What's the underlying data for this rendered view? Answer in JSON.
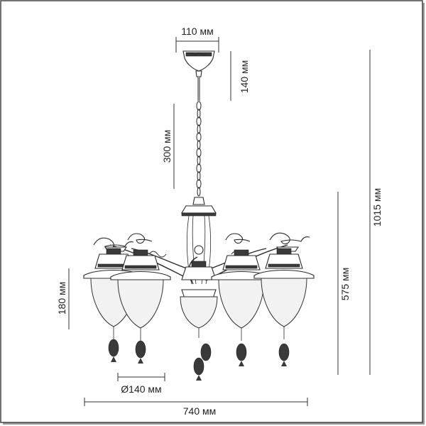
{
  "dimensions": {
    "ceiling_width": "110 мм",
    "canopy_height": "140 мм",
    "chain_length": "300 мм",
    "total_height": "1015 мм",
    "body_height": "575 мм",
    "shade_height": "180 мм",
    "shade_diameter": "Ø140 мм",
    "total_width": "740 мм"
  },
  "colors": {
    "line": "#2a2a2a",
    "shade_glass": "#f2f2f2",
    "metal_dark": "#3a3a3a",
    "frame_border": "#444444"
  }
}
